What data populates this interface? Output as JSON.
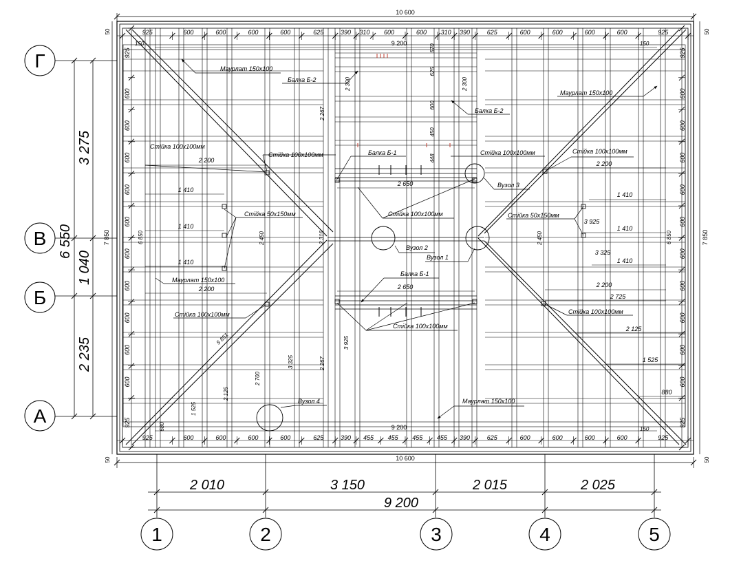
{
  "overall": {
    "width_top": "10 600",
    "width_bottom": "10 600",
    "height_left": "7 850",
    "height_right": "7 850",
    "inner_top": "9 200",
    "inner_bottom": "9 200",
    "margin_top_left": "50",
    "margin_top_right": "50",
    "margin_bottom_left": "50",
    "margin_bottom_right": "50"
  },
  "axes_columns": [
    {
      "label": "1"
    },
    {
      "label": "2"
    },
    {
      "label": "3"
    },
    {
      "label": "4"
    },
    {
      "label": "5"
    }
  ],
  "axes_rows": [
    {
      "label": "Г"
    },
    {
      "label": "В"
    },
    {
      "label": "Б"
    },
    {
      "label": "А"
    }
  ],
  "column_spacing": [
    "2 010",
    "3 150",
    "2 015",
    "2 025"
  ],
  "column_total": "9 200",
  "row_spacing": [
    "3 275",
    "1 040",
    "2 235"
  ],
  "row_total": "6 550",
  "top_spacing": [
    "925",
    "600",
    "600",
    "600",
    "600",
    "625",
    "390",
    "310",
    "600",
    "600",
    "310",
    "390",
    "625",
    "600",
    "600",
    "600",
    "600",
    "925"
  ],
  "bottom_spacing": [
    "925",
    "600",
    "600",
    "600",
    "600",
    "625",
    "390",
    "455",
    "455",
    "455",
    "455",
    "390",
    "625",
    "600",
    "600",
    "600",
    "600",
    "925"
  ],
  "left_spacing": [
    "925",
    "600",
    "600",
    "600",
    "600",
    "600",
    "600",
    "600",
    "600",
    "600",
    "600",
    "925"
  ],
  "right_spacing": [
    "925",
    "600",
    "600",
    "600",
    "600",
    "600",
    "600",
    "600",
    "600",
    "600",
    "600",
    "925"
  ],
  "inner_dims": {
    "d150": "150",
    "d570": "570",
    "d625": "625",
    "d600": "600",
    "d450": "450",
    "d448": "448",
    "d2300a": "2 300",
    "d2300b": "2 300",
    "d2267a": "2 267",
    "d2267b": "2 267",
    "d2650a": "2 650",
    "d2650b": "2 650",
    "d2200a": "2 200",
    "d2200b": "2 200",
    "d2200c": "2 200",
    "d2200d": "2 200",
    "d1410a": "1 410",
    "d1410b": "1 410",
    "d1410c": "1 410",
    "d1410d": "1 410",
    "d1410e": "1 410",
    "d1410f": "1 410",
    "d6850a": "6 850",
    "d6850b": "6 850",
    "d2450a": "2 450",
    "d2450b": "2 450",
    "d2316": "2 316",
    "d3925a": "3 925",
    "d3925b": "3 925",
    "d3325a": "3 325",
    "d3325b": "3 325",
    "d2725": "2 725",
    "d2125a": "2 125",
    "d2125b": "2 125",
    "d1525a": "1 525",
    "d1525b": "1 525",
    "d880": "880",
    "d2700": "2 700",
    "d5851": "5 851",
    "d680": "680",
    "d150b": "150",
    "d150c": "150"
  },
  "labels": {
    "maurlat_tl": "Маурлат 150х100",
    "maurlat_tr": "Маурлат 150х100",
    "maurlat_ml": "Маурлат 150х100",
    "maurlat_br": "Маурлат 150х100",
    "balka_b2_a": "Балка Б-2",
    "balka_b2_b": "Балка Б-2",
    "balka_b1_a": "Балка Б-1",
    "balka_b1_b": "Балка Б-1",
    "stiyka_100_a": "Стійка 100х100мм",
    "stiyka_100_b": "Стійка 100х100мм",
    "stiyka_100_c": "Стійка 100х100мм",
    "stiyka_100_d": "Стійка 100х100мм",
    "stiyka_100_e": "Стійка 100х100мм",
    "stiyka_100_f": "Стійка 100х100мм",
    "stiyka_100_g": "Стійка 100х100мм",
    "stiyka_100_h": "Стійка 100х100мм",
    "stiyka_50_a": "Стійка 50х150мм",
    "stiyka_50_b": "Стійка 50х150мм",
    "vuzol1": "Вузол 1",
    "vuzol2": "Вузол 2",
    "vuzol3": "Вузол 3",
    "vuzol4": "Вузол 4"
  }
}
